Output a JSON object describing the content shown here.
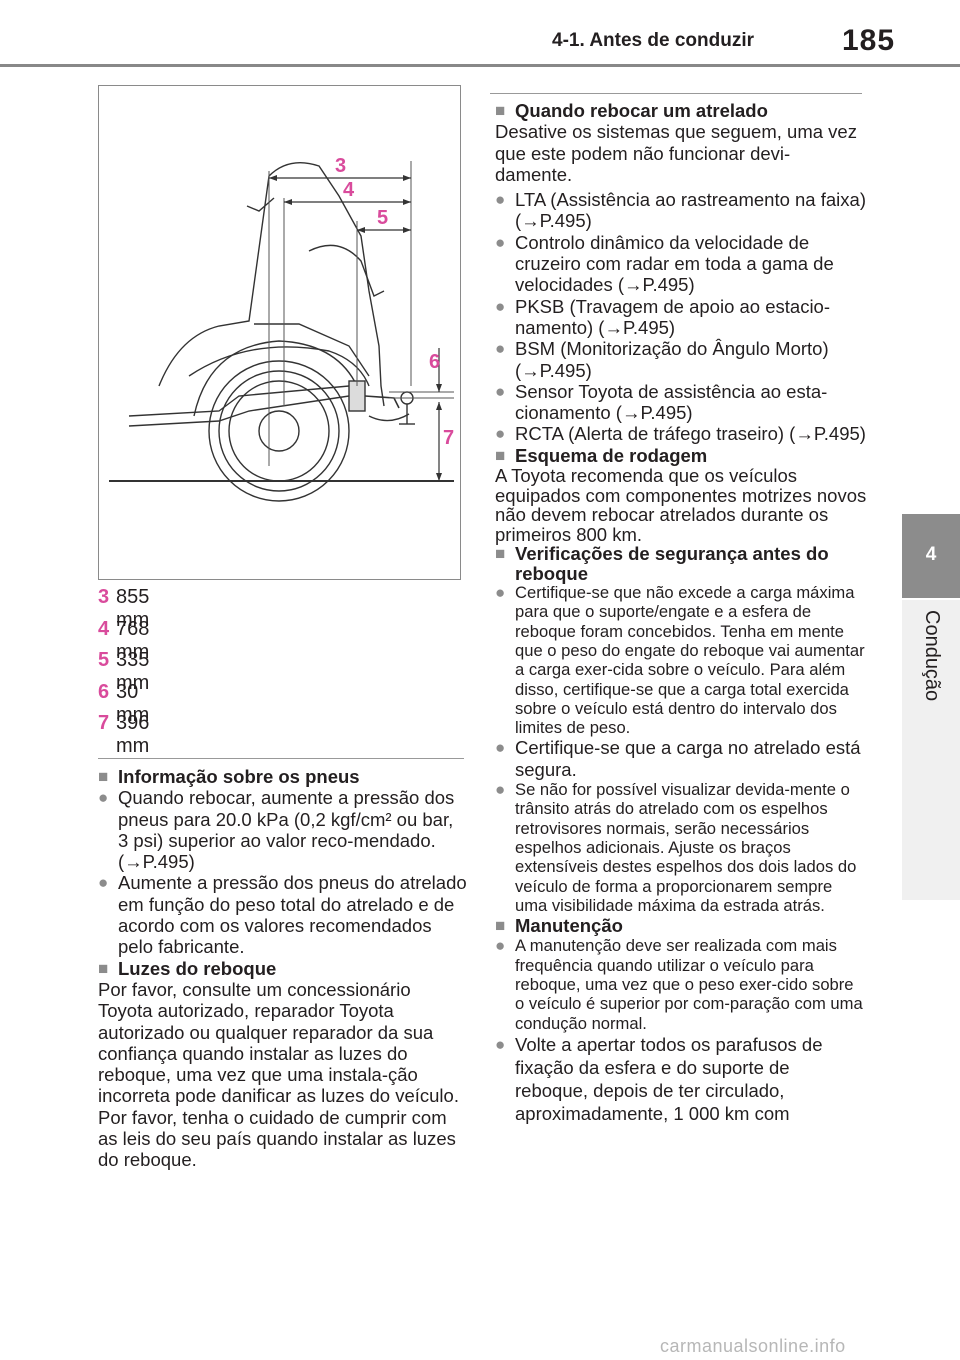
{
  "header": {
    "title": "4-1. Antes de conduzir",
    "page_number": "185"
  },
  "side_tab": {
    "number": "4",
    "label": "Condução"
  },
  "figure": {
    "callouts": [
      "3",
      "4",
      "5",
      "6",
      "7"
    ],
    "callout_color": "#d94b9c"
  },
  "legend": [
    {
      "num": "3",
      "text": "855 mm"
    },
    {
      "num": "4",
      "text": "768 mm"
    },
    {
      "num": "5",
      "text": "335 mm"
    },
    {
      "num": "6",
      "text": "30 mm"
    },
    {
      "num": "7",
      "text": "396 mm"
    }
  ],
  "left_column": {
    "tires_heading": "Informação sobre os pneus",
    "tires_b1": "Quando rebocar, aumente a pressão dos pneus para 20.0 kPa (0,2 kgf/cm² ou bar, 3 psi) superior ao valor reco-mendado. (→P.495)",
    "tires_b2": "Aumente a pressão dos pneus do atrelado em função do peso total do atrelado e de acordo com os valores recomendados pelo fabricante.",
    "lights_heading": "Luzes do reboque",
    "lights_text": "Por favor, consulte um concessionário Toyota autorizado, reparador Toyota autorizado ou qualquer reparador da sua confiança quando instalar as luzes do reboque, uma vez que uma instala-ção incorreta pode danificar as luzes do veículo. Por favor, tenha o cuidado de cumprir com as leis do seu país quando instalar as luzes do reboque."
  },
  "right_column": {
    "towing_heading": "Quando rebocar um atrelado",
    "towing_text": "Desative os sistemas que seguem, uma vez que este podem não funcionar devi-damente.",
    "systems": [
      "LTA (Assistência ao rastreamento na faixa) (→P.495)",
      "Controlo dinâmico da velocidade de cruzeiro com radar em toda a gama de velocidades (→P.495)",
      "PKSB (Travagem de apoio ao estacio-namento) (→P.495)",
      "BSM (Monitorização do Ângulo Morto) (→P.495)",
      "Sensor Toyota de assistência ao esta-cionamento (→P.495)",
      "RCTA (Alerta de tráfego traseiro) (→P.495)"
    ],
    "breakin_heading": "Esquema de rodagem",
    "breakin_text": "A Toyota recomenda que os veículos equipados com componentes motrizes novos não devem rebocar atrelados durante os primeiros 800 km.",
    "safety_heading": "Verificações de segurança antes do reboque",
    "safety_b1": "Certifique-se que não excede a carga máxima para que o suporte/engate e a esfera de reboque foram concebidos. Tenha em mente que o peso do engate do reboque vai aumentar a carga exer-cida sobre o veículo. Para além disso, certifique-se que a carga total exercida sobre o veículo está dentro do intervalo dos limites de peso.",
    "safety_b2": "Certifique-se que a carga no atrelado está segura.",
    "safety_b3": "Se não for possível visualizar devida-mente o trânsito atrás do atrelado com os espelhos retrovisores normais, serão necessários espelhos adicionais. Ajuste os braços extensíveis destes espelhos dos dois lados do veículo de forma a proporcionarem sempre uma visibilidade máxima da estrada atrás.",
    "maint_heading": "Manutenção",
    "maint_b1": "A manutenção deve ser realizada com mais frequência quando utilizar o veículo para reboque, uma vez que o peso exer-cido sobre o veículo é superior por com-paração com uma condução normal.",
    "maint_b2": "Volte a apertar todos os parafusos de fixação da esfera e do suporte de reboque, depois de ter circulado, aproximadamente, 1 000 km com"
  },
  "watermark": "carmanualsonline.info"
}
